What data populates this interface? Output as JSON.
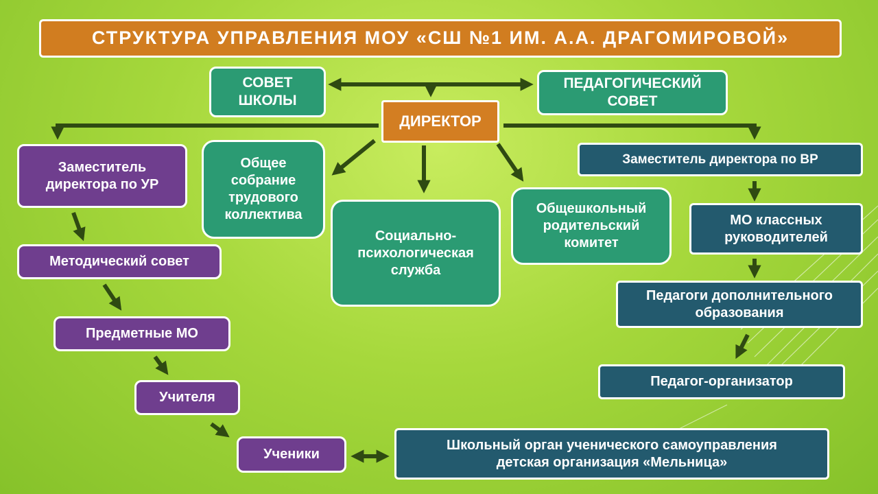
{
  "title": "СТРУКТУРА  УПРАВЛЕНИЯ МОУ «СШ №1 ИМ. А.А. ДРАГОМИРОВОЙ»",
  "boxes": {
    "sovet_shkoly": "СОВЕТ ШКОЛЫ",
    "ped_sovet": "ПЕДАГОГИЧЕСКИЙ СОВЕТ",
    "director": "ДИРЕКТОР",
    "zam_ur": "Заместитель директора по УР",
    "obshchee_sobranie": "Общее собрание трудового коллектива",
    "sots_psih": "Социально-психологическая служба",
    "roditelsky": "Общешкольный родительский комитет",
    "zam_vr": "Заместитель директора по ВР",
    "metod_sovet": "Методический совет",
    "mo_klassnyh": "МО классных руководителей",
    "pedagogi_dop": "Педагоги дополнительного образования",
    "predmetnye_mo": "Предметные МО",
    "pedagog_org": "Педагог-организатор",
    "uchitelya": "Учителя",
    "ucheniki": "Ученики",
    "samoupravlenie_line1": "Школьный орган ученического самоуправления",
    "samoupravlenie_line2": "детская организация «Мельница»"
  },
  "colors": {
    "orange": "#d37e22",
    "teal": "#2b9b73",
    "purple": "#6f3e8e",
    "navy": "#235a6e",
    "arrow": "#2f4a12",
    "arrow_fill": "#445e1c"
  }
}
